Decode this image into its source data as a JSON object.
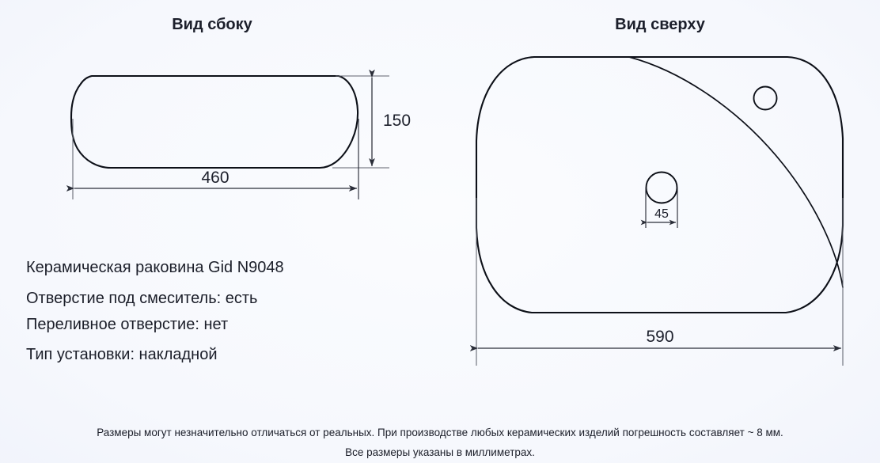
{
  "document": {
    "type": "technical-drawing",
    "units_note": "Все размеры указаны в миллиметрах."
  },
  "views": {
    "side": {
      "title": "Вид сбоку",
      "dimensions": {
        "height": "150",
        "width": "460"
      }
    },
    "top": {
      "title": "Вид сверху",
      "dimensions": {
        "width": "590",
        "drain_hole": "45"
      }
    }
  },
  "specs": {
    "lines": [
      "Керамическая раковина Gid N9048",
      "Отверстие под смеситель: есть",
      "Переливное отверстие: нет",
      "Тип установки: накладной"
    ]
  },
  "footer": {
    "line1": "Размеры могут незначительно отличаться от реальных. При производстве любых керамических изделий погрешность составляет ~ 8 мм.",
    "line2": "Все размеры указаны в миллиметрах."
  },
  "colors": {
    "line": "#0d1018",
    "dimension": "#2a2d38",
    "text": "#1b1e29",
    "background_light": "#fbfcfe",
    "background_edge": "#e2e7f6"
  }
}
